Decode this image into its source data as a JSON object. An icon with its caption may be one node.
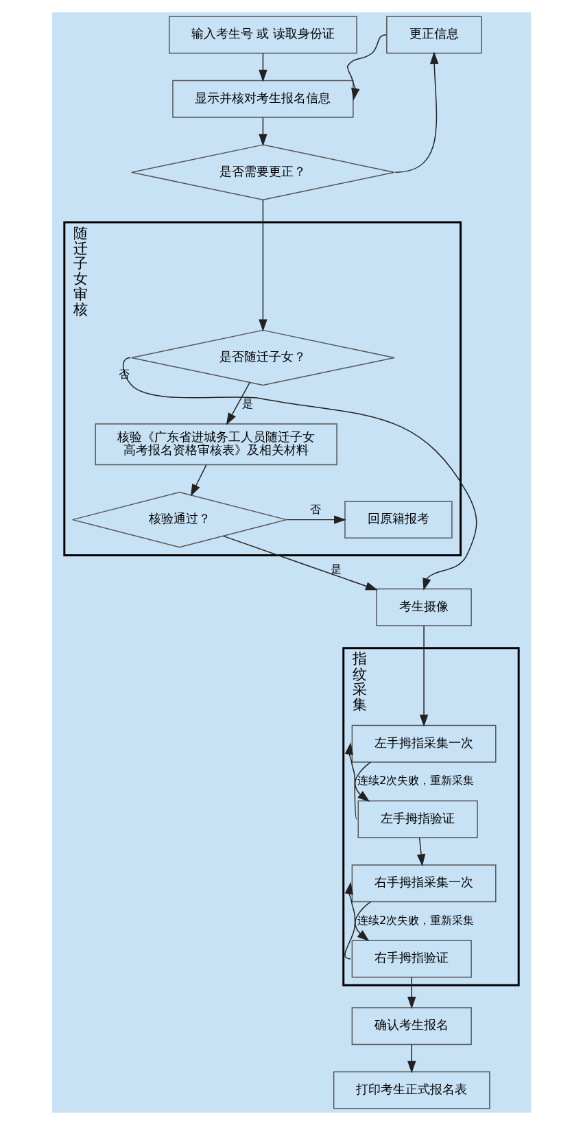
{
  "diagram": {
    "nodes": [
      {
        "text": [
          "输入考生号 或 读取身份证"
        ]
      },
      {
        "text": [
          "显示并核对考生报名信息"
        ]
      },
      {
        "text": [
          "更正信息"
        ]
      },
      {
        "text": [
          "是否需要更正？"
        ]
      },
      {
        "text": [
          "随迁子女审核"
        ]
      },
      {
        "text": [
          "是否随迁子女？"
        ],
        "in": 4
      },
      {
        "text": [
          "核验《广东省进城务工人员随迁子女高考报名资格审核表》及相关材料"
        ],
        "in": 4
      },
      {
        "text": [
          "核验通过？"
        ],
        "in": 4
      },
      {
        "text": [
          "回原籍报考"
        ],
        "in": 4
      },
      {
        "text": [
          "考生摄像"
        ]
      },
      {
        "text": [
          "指纹采集"
        ]
      },
      {
        "text": [
          "左手拇指采集一次"
        ],
        "in": 10
      },
      {
        "text": [
          "左手拇指验证"
        ],
        "in": 10
      },
      {
        "text": [
          "右手拇指采集一次"
        ],
        "in": 10
      },
      {
        "text": [
          "右手拇指验证"
        ],
        "in": 10
      },
      {
        "text": [
          "确认考生报名"
        ]
      },
      {
        "text": [
          "打印考生正式报名表"
        ]
      }
    ],
    "edges": [
      {
        "from": 0,
        "to": 1,
        "arrow": "to"
      },
      {
        "from": 1,
        "to": 3,
        "arrow": "to"
      },
      {
        "from": 3,
        "to": 2,
        "arrow": "to"
      },
      {
        "from": 2,
        "to": 1,
        "arrow": "to"
      },
      {
        "from": 3,
        "to": 5,
        "arrow": "to"
      },
      {
        "from": 5,
        "to": 6,
        "arrow": "to",
        "label": "是"
      },
      {
        "from": 5,
        "to": 9,
        "arrow": "to",
        "label": "否"
      },
      {
        "from": 6,
        "to": 7,
        "arrow": "to"
      },
      {
        "from": 7,
        "to": 8,
        "arrow": "to",
        "label": "否"
      },
      {
        "from": 7,
        "to": 9,
        "arrow": "to",
        "label": "是"
      },
      {
        "from": 9,
        "to": 11,
        "arrow": "to"
      },
      {
        "from": 11,
        "to": 12,
        "arrow": "to"
      },
      {
        "from": 12,
        "to": 11,
        "arrow": "to",
        "label": "连续2次失败，重新采集"
      },
      {
        "from": 12,
        "to": 13,
        "arrow": "to"
      },
      {
        "from": 13,
        "to": 14,
        "arrow": "to"
      },
      {
        "from": 14,
        "to": 13,
        "arrow": "to",
        "label": "连续2次失败，重新采集"
      },
      {
        "from": 14,
        "to": 15,
        "arrow": "to"
      },
      {
        "from": 15,
        "to": 16,
        "arrow": "to"
      }
    ]
  }
}
